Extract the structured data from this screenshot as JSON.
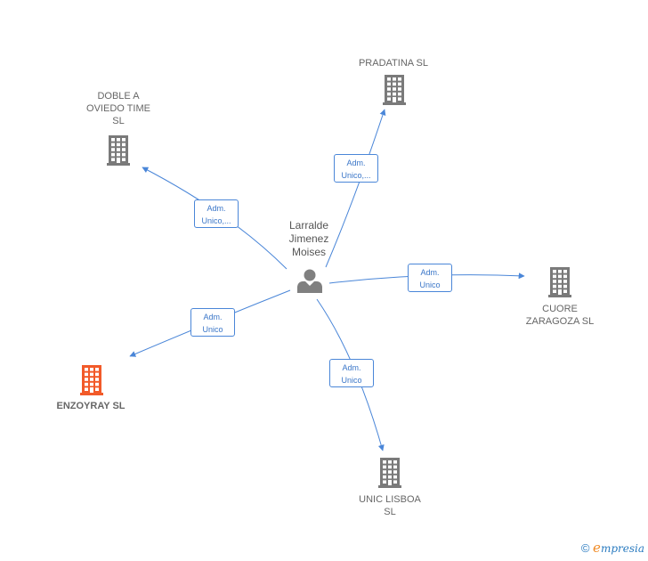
{
  "center": {
    "name": "Larralde\nJimenez\nMoises",
    "icon": "person-icon"
  },
  "companies": [
    {
      "id": "pradatina",
      "name": "PRADATINA  SL",
      "icon": "building-icon",
      "color": "#7a7a7a",
      "highlight": false
    },
    {
      "id": "doble",
      "name": "DOBLE A\nOVIEDO TIME\nSL",
      "icon": "building-icon",
      "color": "#7a7a7a",
      "highlight": false
    },
    {
      "id": "cuore",
      "name": "CUORE\nZARAGOZA  SL",
      "icon": "building-icon",
      "color": "#7a7a7a",
      "highlight": false
    },
    {
      "id": "enzoyray",
      "name": "ENZOYRAY  SL",
      "icon": "building-icon",
      "color": "#f25a29",
      "highlight": true
    },
    {
      "id": "unic",
      "name": "UNIC LISBOA\nSL",
      "icon": "building-icon",
      "color": "#7a7a7a",
      "highlight": false
    }
  ],
  "edges": [
    {
      "target": "pradatina",
      "label": "Adm.\nUnico,..."
    },
    {
      "target": "doble",
      "label": "Adm.\nUnico,..."
    },
    {
      "target": "cuore",
      "label": "Adm.\nUnico"
    },
    {
      "target": "enzoyray",
      "label": "Adm.\nUnico"
    },
    {
      "target": "unic",
      "label": "Adm.\nUnico"
    }
  ],
  "colors": {
    "edge": "#4a86d8",
    "person": "#808080"
  },
  "footer": {
    "copyright": "©",
    "brand_e": "e",
    "brand_rest": "mpresia"
  }
}
